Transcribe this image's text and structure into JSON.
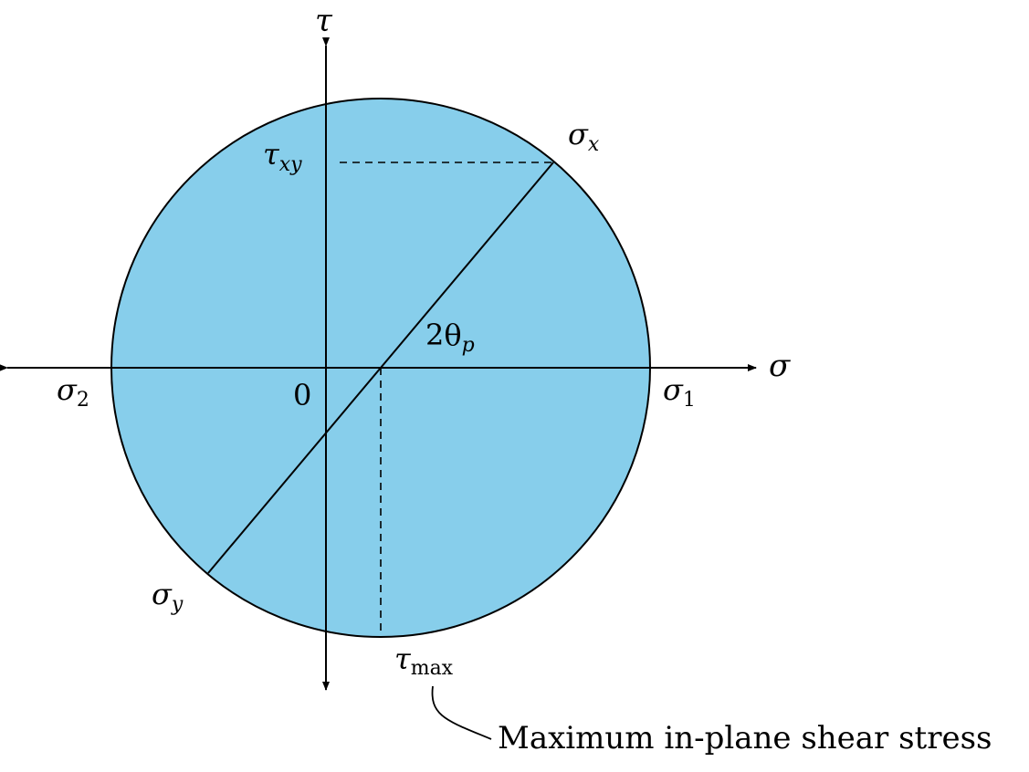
{
  "colors": {
    "circle_fill": "#87CEEB",
    "stroke": "#000000"
  },
  "axes": {
    "sigma_axis": {
      "symbol": "σ"
    },
    "tau_axis": {
      "symbol": "τ"
    },
    "origin_label": "0"
  },
  "points": {
    "sigma_x": {
      "base": "σ",
      "subscript": "x"
    },
    "sigma_y": {
      "base": "σ",
      "subscript": "y"
    },
    "sigma_1": {
      "base": "σ",
      "subscript": "1"
    },
    "sigma_2": {
      "base": "σ",
      "subscript": "2"
    },
    "tau_xy": {
      "base": "τ",
      "subscript": "xy"
    },
    "tau_max": {
      "base": "τ",
      "subscript": "max"
    }
  },
  "angle_label": {
    "prefix": "2θ",
    "subscript": "p"
  },
  "callout": {
    "text": "Maximum in-plane shear stress"
  }
}
